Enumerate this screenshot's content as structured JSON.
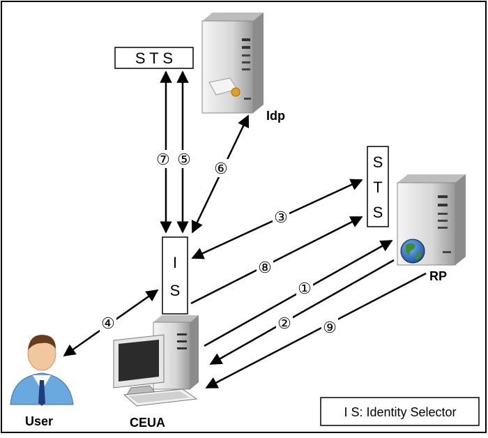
{
  "labels": {
    "sts_top": "S T S",
    "sts_right": [
      "S",
      "T",
      "S"
    ],
    "is_box": [
      "I",
      "S"
    ],
    "idp": "Idp",
    "rp": "RP",
    "user": "User",
    "ceua": "CEUA",
    "legend": "I S: Identity Selector"
  },
  "steps": [
    "①",
    "②",
    "③",
    "④",
    "⑤",
    "⑥",
    "⑦",
    "⑧",
    "⑨"
  ],
  "colors": {
    "border": "#000000",
    "arrow": "#000000",
    "server_body": "#d9d9d9",
    "screen": "#2b2b2b",
    "user_shirt": "#6aa9e0",
    "user_tie": "#1f3d7a",
    "globe_land": "#3e8e2f",
    "globe_sea": "#2f6fc4"
  }
}
